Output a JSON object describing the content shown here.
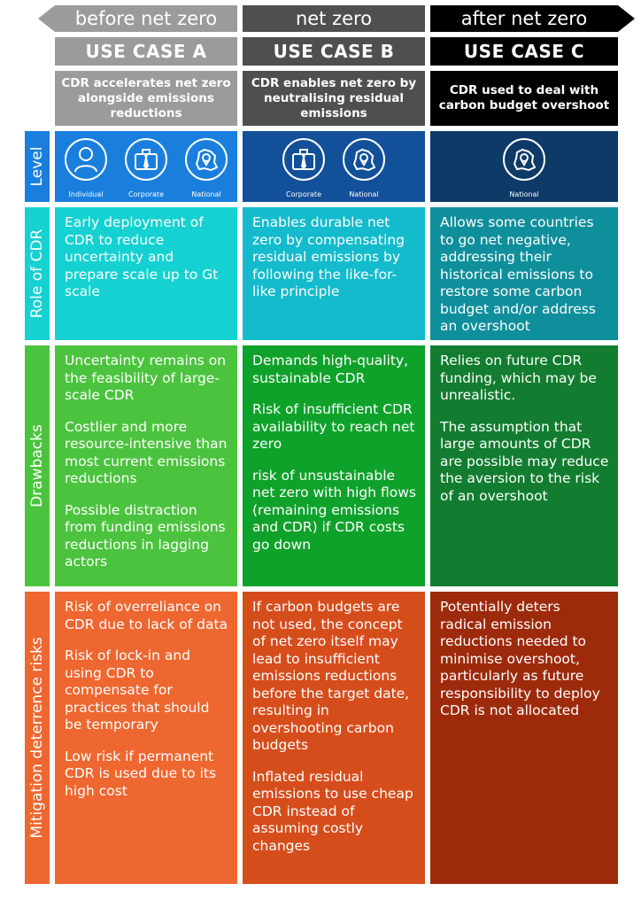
{
  "phases": [
    "before net zero",
    "net zero",
    "after net zero"
  ],
  "columns": [
    {
      "use_case": "USE CASE A",
      "description": "CDR accelerates net zero alongside emissions reductions"
    },
    {
      "use_case": "USE CASE B",
      "description": "CDR enables net zero by neutralising residual emissions"
    },
    {
      "use_case": "USE CASE C",
      "description": "CDR used to deal with carbon budget overshoot"
    }
  ],
  "rows": {
    "level": {
      "label": "Level",
      "cells": [
        {
          "icons": [
            {
              "name": "individual-icon",
              "label": "Individual"
            },
            {
              "name": "corporate-icon",
              "label": "Corporate"
            },
            {
              "name": "national-icon",
              "label": "National"
            }
          ]
        },
        {
          "icons": [
            {
              "name": "corporate-icon",
              "label": "Corporate"
            },
            {
              "name": "national-icon",
              "label": "National"
            }
          ]
        },
        {
          "icons": [
            {
              "name": "national-icon",
              "label": "National"
            }
          ]
        }
      ]
    },
    "role": {
      "label": "Role of CDR",
      "cells": [
        [
          "Early deployment of CDR to reduce uncertainty and prepare scale up to Gt scale"
        ],
        [
          "Enables durable net zero by compensating residual emissions by following the like-for-like principle"
        ],
        [
          "Allows some countries to go net negative, addressing their historical emissions to restore some carbon budget and/or address an overshoot"
        ]
      ]
    },
    "drawbacks": {
      "label": "Drawbacks",
      "cells": [
        [
          "Uncertainty remains on the feasibility of large-scale CDR",
          "Costlier and more resource-intensive than most current emissions reductions",
          "Possible distraction from funding emissions reductions in lagging actors"
        ],
        [
          "Demands high-quality, sustainable CDR",
          "Risk of insufficient CDR availability to reach net zero",
          "risk of unsustainable net zero with high flows (remaining emissions and CDR) if CDR costs go down"
        ],
        [
          "Relies on future CDR funding, which may be unrealistic.",
          "The assumption that large amounts of CDR are possible may reduce the aversion to the risk of an overshoot"
        ]
      ]
    },
    "mitigation": {
      "label": "Mitigation deterrence risks",
      "cells": [
        [
          "Risk of overreliance on CDR due to lack of data",
          "Risk of lock-in and using CDR to compensate for practices that should be temporary",
          "Low risk if permanent CDR is used due to its high cost"
        ],
        [
          "If carbon budgets are not used, the concept of net zero itself may lead to insufficient emissions reductions before the target date, resulting in overshooting carbon budgets",
          "Inflated residual emissions to use cheap CDR instead of assuming costly changes"
        ],
        [
          "Potentially deters radical emission reductions needed to minimise overshoot, particularly as future responsibility to deploy CDR is not allocated"
        ]
      ]
    }
  },
  "colors": {
    "phase": [
      "#9b9b9b",
      "#4f4f4f",
      "#000000"
    ],
    "level": [
      "#1a7fdc",
      "#13509a",
      "#0d3a66"
    ],
    "role": [
      "#15d1d1",
      "#13bbcc",
      "#0f8f9c"
    ],
    "drawbacks": [
      "#4cc33f",
      "#0fa22b",
      "#127d30"
    ],
    "mitigation": [
      "#ef6730",
      "#d64d1c",
      "#9e2a0c"
    ],
    "labels": {
      "level": "#1a7fdc",
      "role": "#15d1d1",
      "drawbacks": "#4cc33f",
      "mitigation": "#ef6730"
    }
  }
}
